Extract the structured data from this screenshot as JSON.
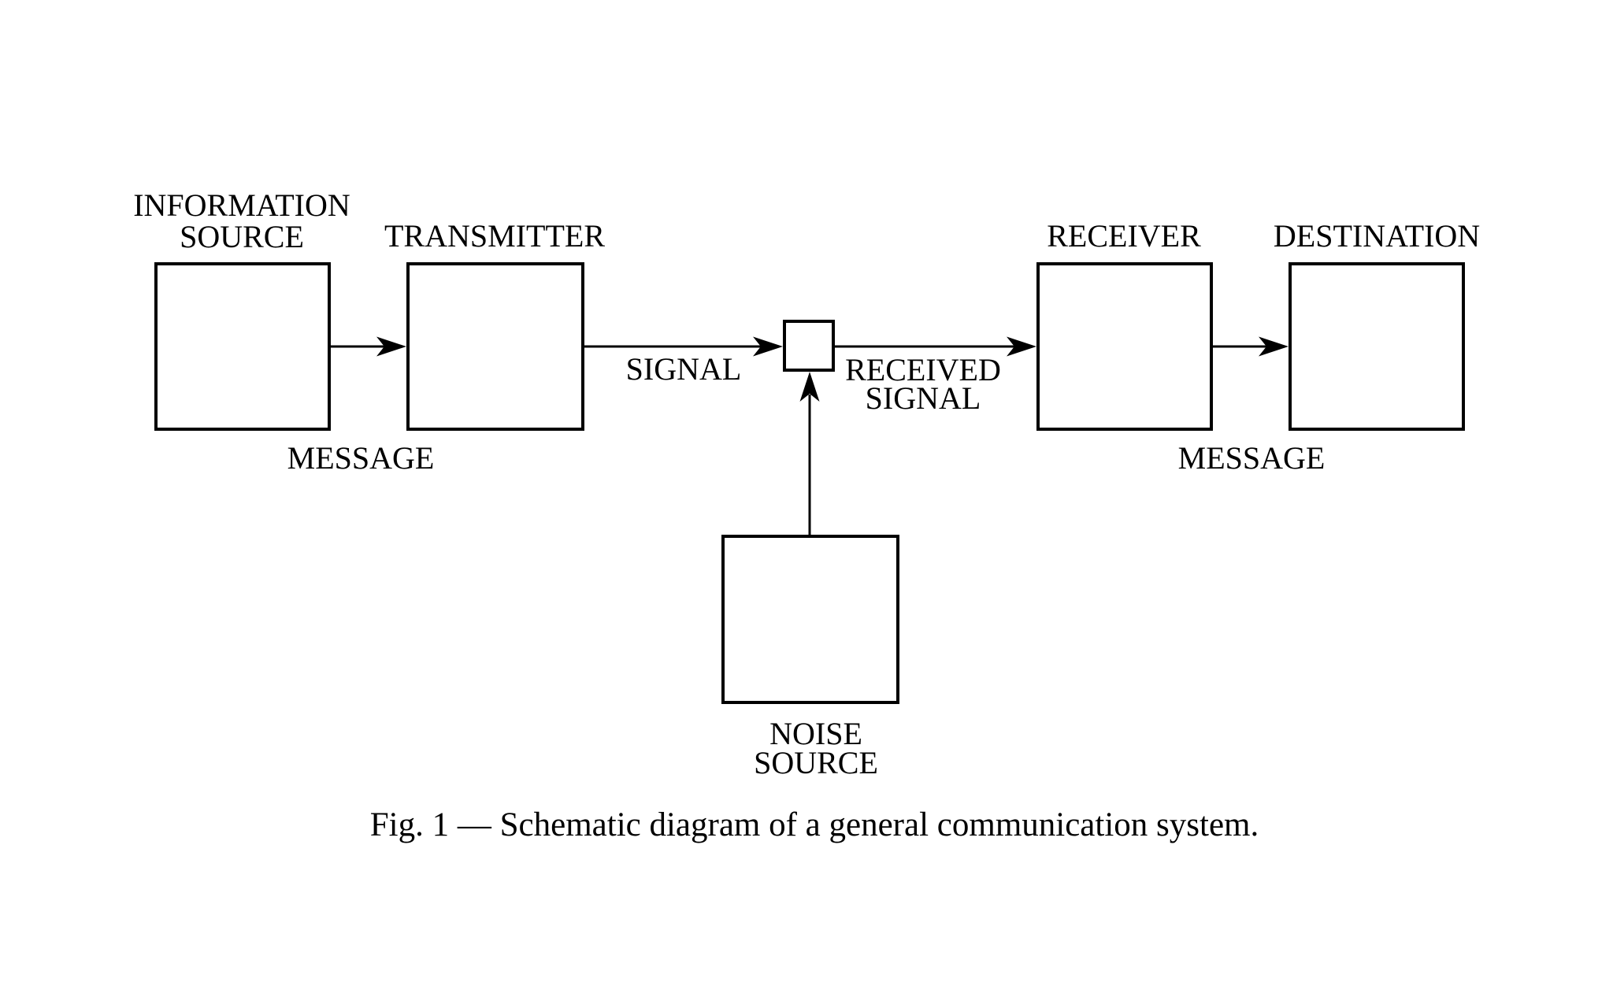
{
  "figure": {
    "caption": "Fig. 1 — Schematic diagram of a general communication system.",
    "background_color": "#ffffff",
    "ink_color": "#000000"
  },
  "boxes": {
    "information_source": {
      "line1": "INFORMATION",
      "line2": "SOURCE"
    },
    "transmitter": {
      "label": "TRANSMITTER"
    },
    "receiver": {
      "label": "RECEIVER"
    },
    "destination": {
      "label": "DESTINATION"
    },
    "noise_source": {
      "line1": "NOISE",
      "line2": "SOURCE"
    }
  },
  "flow_labels": {
    "message_left": "MESSAGE",
    "signal": "SIGNAL",
    "received_signal_line1": "RECEIVED",
    "received_signal_line2": "SIGNAL",
    "message_right": "MESSAGE"
  }
}
